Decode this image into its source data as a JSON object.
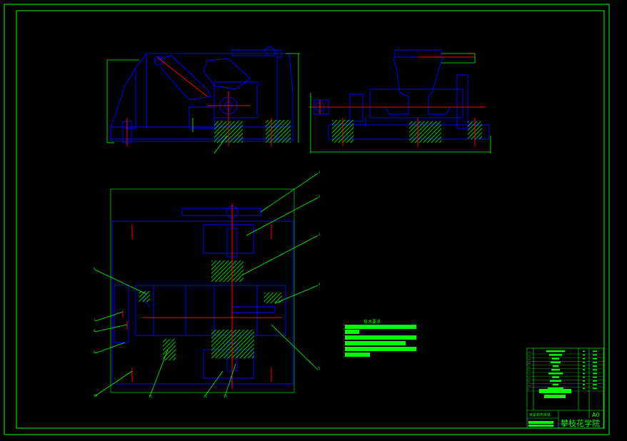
{
  "drawing": {
    "tech_requirements_heading": "技术要求",
    "school_name": "攀枝花学院",
    "drawing_title": "夹紧机构夹具",
    "sheet_size": "A0",
    "part_numbers": [
      "1",
      "2",
      "3",
      "4",
      "5",
      "6",
      "7",
      "8",
      "9",
      "10",
      "11",
      "12",
      "13",
      "14",
      "15",
      "16",
      "17",
      "18",
      "19"
    ]
  },
  "colors": {
    "background": "#000000",
    "frame": "#00ff00",
    "outline": "#0000ff",
    "centerline": "#ff0000",
    "hatch": "#00ff00",
    "text_fill": "#00ff00"
  }
}
